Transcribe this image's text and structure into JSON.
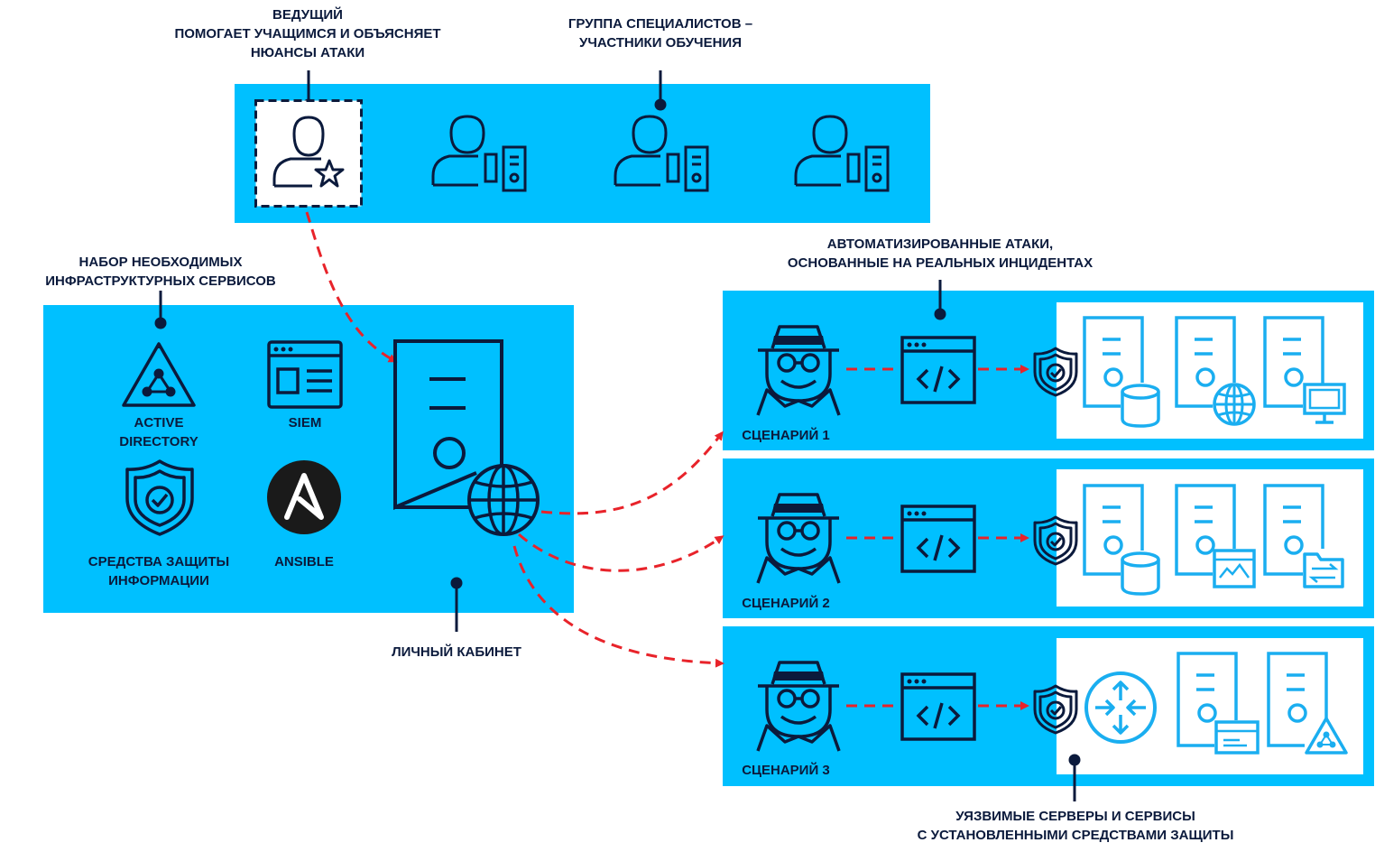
{
  "labels": {
    "host_title": "ВЕДУЩИЙ",
    "host_line1": "ПОМОГАЕТ УЧАЩИМСЯ И ОБЪЯСНЯЕТ",
    "host_line2": "НЮАНСЫ АТАКИ",
    "group_line1": "ГРУППА СПЕЦИАЛИСТОВ –",
    "group_line2": "УЧАСТНИКИ ОБУЧЕНИЯ",
    "infra_line1": "НАБОР НЕОБХОДИМЫХ",
    "infra_line2": "ИНФРАСТРУКТУРНЫХ СЕРВИСОВ",
    "attacks_line1": "АВТОМАТИЗИРОВАННЫЕ АТАКИ,",
    "attacks_line2": "ОСНОВАННЫЕ НА РЕАЛЬНЫХ ИНЦИДЕНТАХ",
    "cabinet": "ЛИЧНЫЙ КАБИНЕТ",
    "vuln_line1": "УЯЗВИМЫЕ СЕРВЕРЫ И СЕРВИСЫ",
    "vuln_line2": "С УСТАНОВЛЕННЫМИ СРЕДСТВАМИ ЗАЩИТЫ"
  },
  "services": {
    "ad_line1": "ACTIVE",
    "ad_line2": "DIRECTORY",
    "siem": "SIEM",
    "sec_line1": "СРЕДСТВА ЗАЩИТЫ",
    "sec_line2": "ИНФОРМАЦИИ",
    "ansible": "ANSIBLE"
  },
  "scenarios": [
    {
      "name": "СЦЕНАРИЙ 1"
    },
    {
      "name": "СЦЕНАРИЙ 2"
    },
    {
      "name": "СЦЕНАРИЙ 3"
    }
  ],
  "colors": {
    "panel": "#00c0ff",
    "ink": "#0b1a3c",
    "accent_arrow": "#e8232a",
    "server_blue": "#1aaef0"
  }
}
